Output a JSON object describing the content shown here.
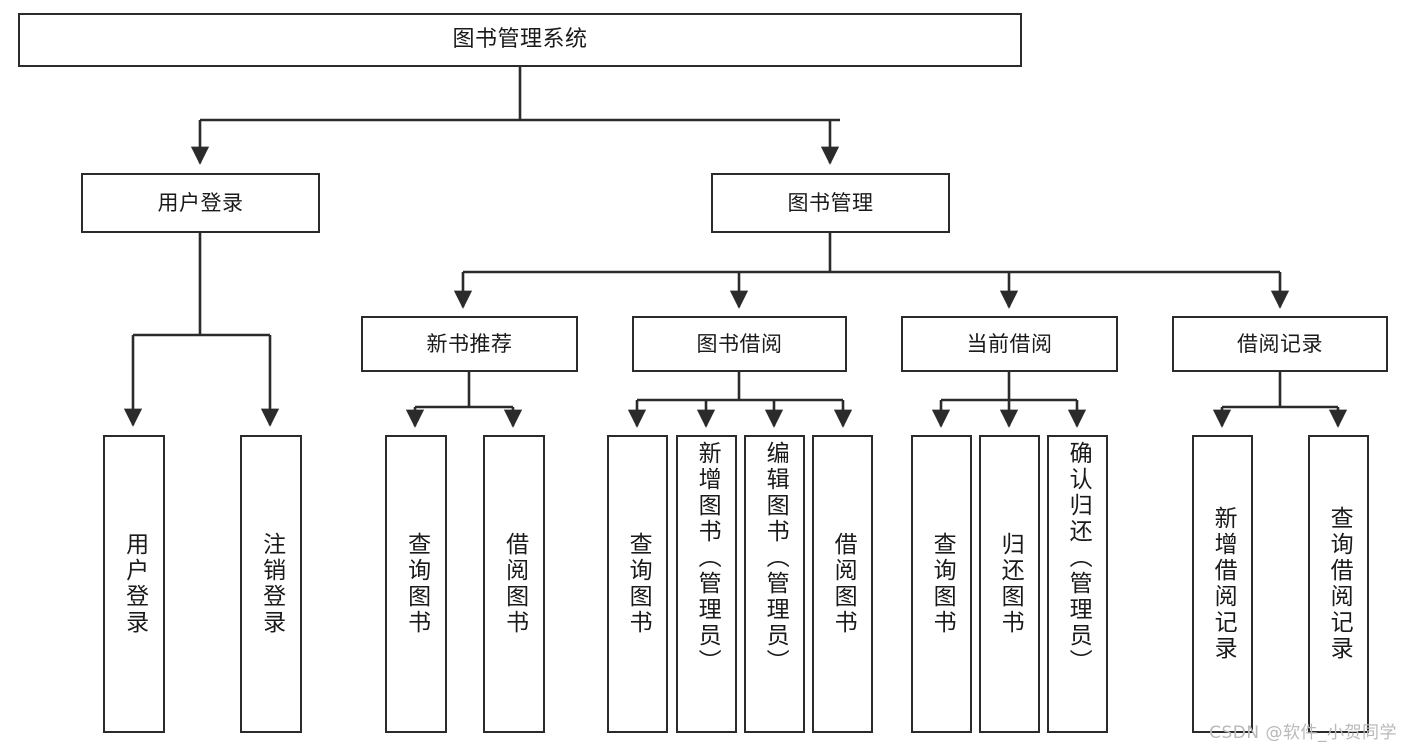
{
  "diagram": {
    "title": "图书管理系统",
    "type": "tree-hierarchy-chart",
    "watermark": "CSDN @软件_小贺同学",
    "colors": {
      "box_border": "#2b2b2b",
      "box_fill": "#ffffff",
      "edge": "#2b2b2b",
      "text": "#1a1a1a",
      "watermark": "#b9b9b9",
      "background": "#ffffff"
    }
  },
  "nodes": {
    "root": {
      "label": "图书管理系统"
    },
    "level2": [
      {
        "id": "user-login",
        "label": "用户登录"
      },
      {
        "id": "book-management",
        "label": "图书管理"
      }
    ],
    "level3": [
      {
        "id": "new-book-recommend",
        "label": "新书推荐"
      },
      {
        "id": "book-borrow",
        "label": "图书借阅"
      },
      {
        "id": "current-borrow",
        "label": "当前借阅"
      },
      {
        "id": "borrow-record",
        "label": "借阅记录"
      }
    ],
    "leaves": {
      "user_login": [
        {
          "id": "leaf-user-login",
          "label": "用户登录"
        },
        {
          "id": "leaf-logout-login",
          "label": "注销登录"
        }
      ],
      "new_book_recommend": [
        {
          "id": "leaf-query-book-1",
          "label": "查询图书"
        },
        {
          "id": "leaf-borrow-book-1",
          "label": "借阅图书"
        }
      ],
      "book_borrow": [
        {
          "id": "leaf-query-book-2",
          "label": "查询图书"
        },
        {
          "id": "leaf-add-book-admin",
          "label": "新增图书（管理员）"
        },
        {
          "id": "leaf-edit-book-admin",
          "label": "编辑图书（管理员）"
        },
        {
          "id": "leaf-borrow-book-2",
          "label": "借阅图书"
        }
      ],
      "current_borrow": [
        {
          "id": "leaf-query-book-3",
          "label": "查询图书"
        },
        {
          "id": "leaf-return-book",
          "label": "归还图书"
        },
        {
          "id": "leaf-confirm-return-admin",
          "label": "确认归还（管理员）"
        }
      ],
      "borrow_record": [
        {
          "id": "leaf-add-borrow-record",
          "label": "新增借阅记录"
        },
        {
          "id": "leaf-query-borrow-record",
          "label": "查询借阅记录"
        }
      ]
    }
  }
}
